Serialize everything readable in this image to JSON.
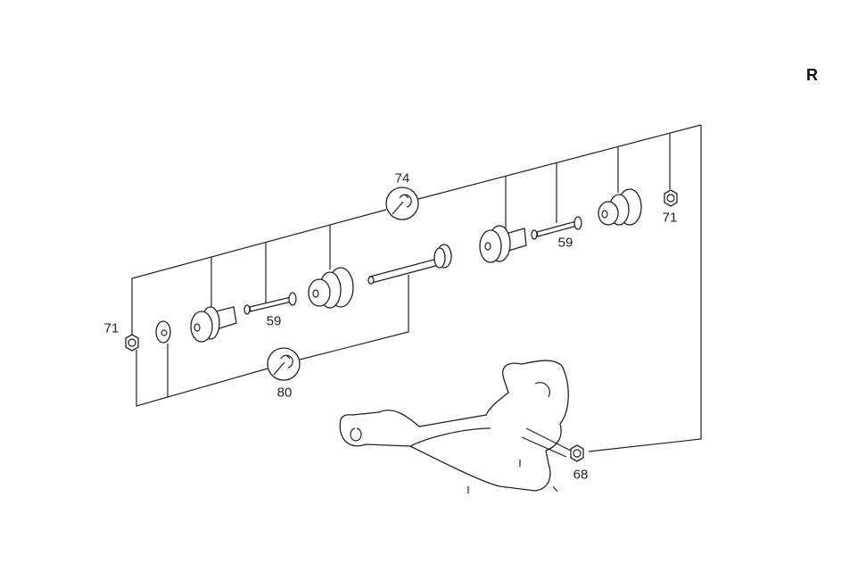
{
  "view_marker": "R",
  "callouts": [
    {
      "id": "nut-left",
      "label": "71"
    },
    {
      "id": "bolt-left",
      "label": "59"
    },
    {
      "id": "torque-top",
      "label": "74"
    },
    {
      "id": "torque-bottom",
      "label": "80"
    },
    {
      "id": "bolt-right",
      "label": "59"
    },
    {
      "id": "nut-right",
      "label": "71"
    },
    {
      "id": "nut-arm",
      "label": "68"
    }
  ]
}
